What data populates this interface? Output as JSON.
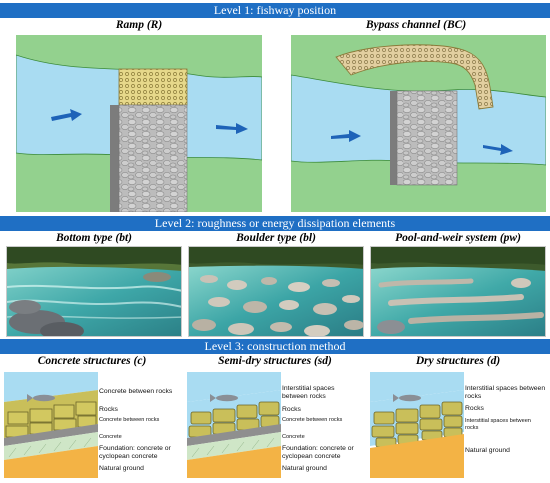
{
  "levels": {
    "level1": "Level 1: fishway position",
    "level2": "Level 2: roughness or energy dissipation elements",
    "level3": "Level 3: construction method"
  },
  "level1_panels": {
    "ramp": "Ramp (R)",
    "bypass": "Bypass channel (BC)"
  },
  "level2_panels": {
    "bottom": "Bottom type (bt)",
    "boulder": "Boulder type (bl)",
    "pool": "Pool-and-weir system (pw)"
  },
  "level3_panels": {
    "concrete": {
      "title": "Concrete structures (c)",
      "labels": [
        "Concrete between rocks",
        "Rocks",
        "Concrete between rocks",
        "Concrete",
        "Foundation: concrete or cyclopean concrete",
        "Natural ground"
      ]
    },
    "semidry": {
      "title": "Semi-dry structures (sd)",
      "labels": [
        "Interstitial spaces between rocks",
        "Rocks",
        "Concrete between rocks",
        "Concrete",
        "Foundation: concrete or cyclopean concrete",
        "Natural ground"
      ]
    },
    "dry": {
      "title": "Dry structures (d)",
      "labels": [
        "Interstitial spaces between rocks",
        "Rocks",
        "Interstitial spaces between rocks",
        "Natural ground"
      ]
    }
  },
  "colors": {
    "banner": "#1f6fc4",
    "water": "#a9dcf2",
    "bank": "#93d18e",
    "arrow": "#1e63b8",
    "gabion": "#e8dc8a",
    "dam": "#b8b8b8",
    "ground": "#f3b345"
  },
  "icons": [
    "flow-arrow-icon",
    "fish-icon"
  ]
}
